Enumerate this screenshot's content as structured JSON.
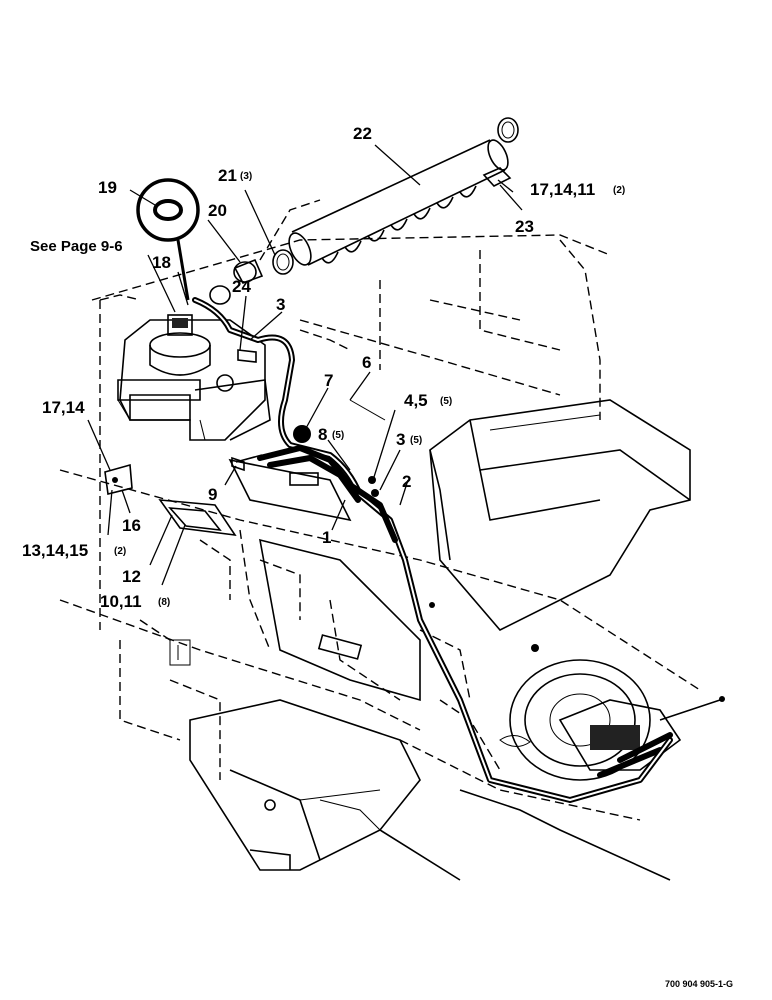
{
  "callouts": {
    "c1": "1",
    "c2": "2",
    "c3a": "3",
    "c3b": "3",
    "c3b_qty": "(5)",
    "c45": "4,5",
    "c45_qty": "(5)",
    "c6": "6",
    "c7": "7",
    "c8": "8",
    "c8_qty": "(5)",
    "c9": "9",
    "c1011": "10,11",
    "c1011_qty": "(8)",
    "c12": "12",
    "c131415": "13,14,15",
    "c131415_qty": "(2)",
    "c16": "16",
    "c1714": "17,14",
    "c171411": "17,14,11",
    "c171411_qty": "(2)",
    "c18": "18",
    "c19": "19",
    "c20": "20",
    "c21": "21",
    "c21_qty": "(3)",
    "c22": "22",
    "c23": "23",
    "c24": "24"
  },
  "reference_note": "See Page 9-6",
  "drawing_code": "700 904 905-1-G"
}
